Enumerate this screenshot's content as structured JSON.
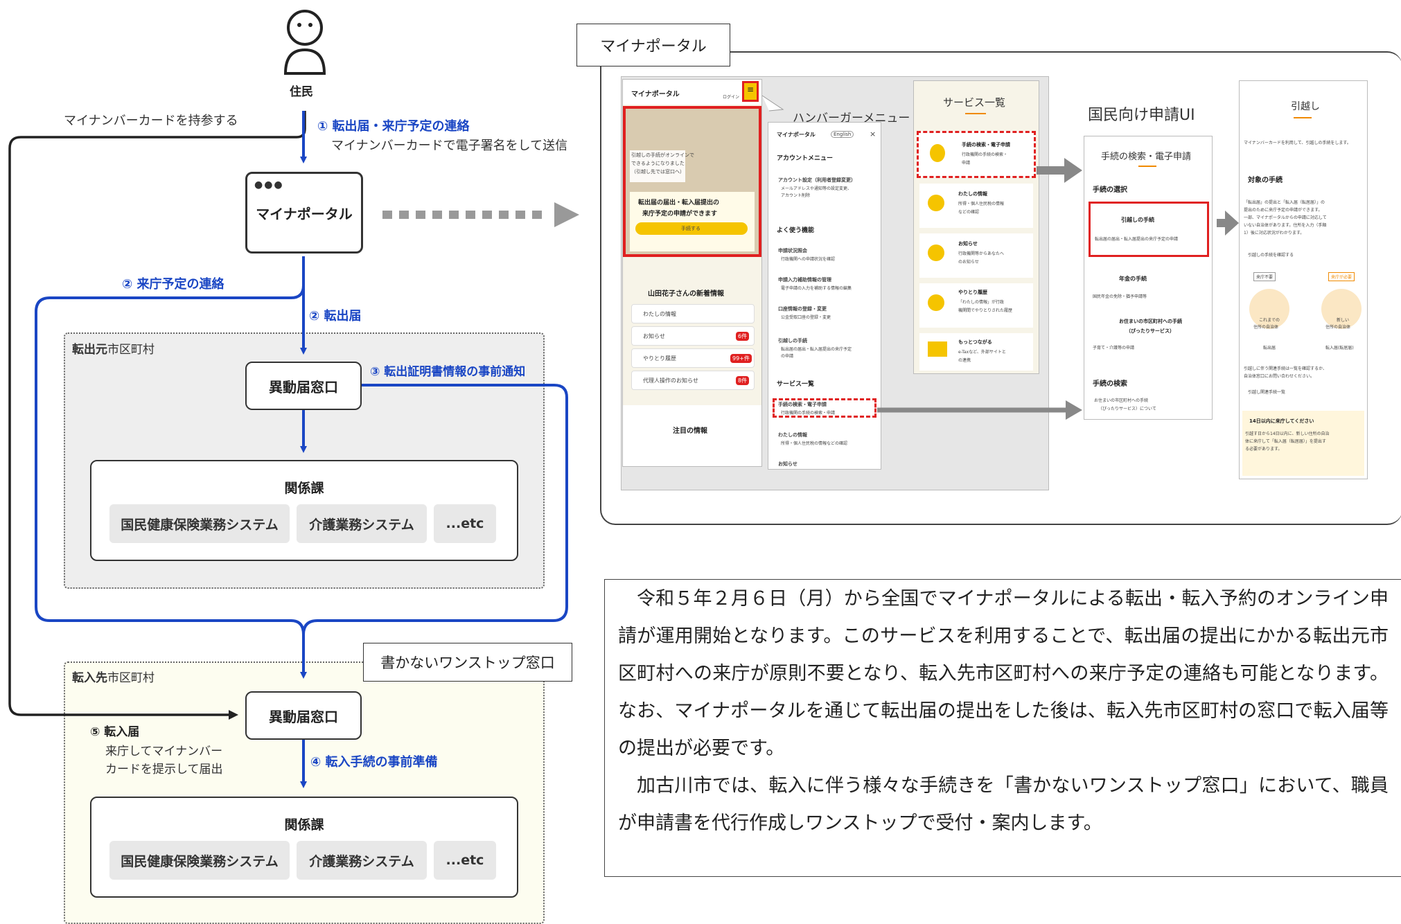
{
  "resident": {
    "label": "住民"
  },
  "left_note": "マイナンバーカードを持参する",
  "step1": {
    "title": "① 転出届・来庁予定の連絡",
    "sub": "マイナンバーカードで電子署名をして送信"
  },
  "portal_box": "マイナポータル",
  "step2a": "② 来庁予定の連絡",
  "step2b": "② 転出届",
  "origin_zone": {
    "bold": "転出元",
    "rest": "市区町村"
  },
  "dest_zone": {
    "bold": "転入先",
    "rest": "市区町村"
  },
  "counter": "異動届窓口",
  "step3": "③ 転出証明書情報の事前通知",
  "dept": {
    "title": "関係課",
    "systems": [
      "国民健康保険業務システム",
      "介護業務システム",
      "...etc"
    ]
  },
  "onestop": "書かないワンストップ窓口",
  "step4": "④ 転入手続の事前準備",
  "step5": {
    "title": "⑤ 転入届",
    "line1": "来庁してマイナンバー",
    "line2": "カードを提示して届出"
  },
  "screens": {
    "tab": "マイナポータル",
    "phone1": {
      "logo": "マイナポータル",
      "login": "ログイン",
      "menu": "メニュー",
      "hero1": "引越しの手続がオンラインで",
      "hero2": "できるようになりました",
      "hero3": "（引越し先では窓口へ）",
      "banner1": "転出届の届出・転入届提出の",
      "banner2": "来庁予定の申請ができます",
      "cta": "手続する",
      "news_title": "山田花子さんの新着情報",
      "news": [
        {
          "label": "わたしの情報",
          "badge": ""
        },
        {
          "label": "お知らせ",
          "badge": "6件"
        },
        {
          "label": "やりとり履歴",
          "badge": "99+件"
        },
        {
          "label": "代理人操作のお知らせ",
          "badge": "8件"
        }
      ],
      "featured": "注目の情報"
    },
    "hamburger": {
      "title": "ハンバーガーメニュー",
      "logo": "マイナポータル",
      "english": "English",
      "account_h": "アカウントメニュー",
      "account_item": "アカウント設定（利用者登録変更）",
      "account_desc1": "メールアドレスや通知等の設定変更、",
      "account_desc2": "アカウント削除",
      "frequent_h": "よく使う機能",
      "frequent": [
        {
          "label": "申請状況照会",
          "desc": "行政機関への申請状況を確認"
        },
        {
          "label": "申請入力補助情報の管理",
          "desc": "電子申請の入力を補助する情報の編集"
        },
        {
          "label": "口座情報の登録・変更",
          "desc": "公金受取口座の登録・変更"
        },
        {
          "label": "引越しの手続",
          "desc": "転出届の届出・転入届提出の来庁予定"
        }
      ],
      "frequent_extra": "の申請",
      "services_h": "サービス一覧",
      "services": [
        {
          "label": "手続の検索・電子申請",
          "desc": "行政機関の手続の検索・申請"
        },
        {
          "label": "わたしの情報",
          "desc": "所得・個人住民税の情報などの確認"
        },
        {
          "label": "お知らせ",
          "desc": ""
        }
      ]
    },
    "services": {
      "title": "サービス一覧",
      "items": [
        {
          "label": "手続の検索・電子申請",
          "desc1": "行政機関の手続の検索・",
          "desc2": "申請"
        },
        {
          "label": "わたしの情報",
          "desc1": "所得・個人住民税の情報",
          "desc2": "などの確認"
        },
        {
          "label": "お知らせ",
          "desc1": "行政機関等からあなたへ",
          "desc2": "のお知らせ"
        },
        {
          "label": "やりとり履歴",
          "desc1": "「わたしの情報」が行政",
          "desc2": "機関間でやりとりされた履歴"
        },
        {
          "label": "もっとつながる",
          "desc1": "e-Taxなど、外部サイトと",
          "desc2": "の連携"
        }
      ]
    },
    "ui_label": "国民向け申請UI",
    "search": {
      "title": "手続の検索・電子申請",
      "select_h": "手続の選択",
      "moving": "引越しの手続",
      "moving_desc": "転出届の届出・転入届提出の来庁予定の申請",
      "pension": "年金の手続",
      "pension_desc": "国民年金の免除・猶予申請等",
      "local1": "お住まいの市区町村への手続",
      "local2": "（ぴったりサービス）",
      "local_desc": "子育て・介護等の申請",
      "search_h": "手続の検索",
      "search_item1": "お住まいの市区町村への手続",
      "search_item2": "（ぴったりサービス）について"
    },
    "moving": {
      "title": "引越し",
      "intro": "マイナンバーカードを利用して、引越しの手続をします。",
      "target_h": "対象の手続",
      "body1": "「転出届」の提出と「転入届（転居届）」の",
      "body2": "提出のために来庁予定の申請ができます。",
      "body3": "一部、マイナポータルからの申請に対応して",
      "body4": "いない自治体があります。住所を入力（手順",
      "body5": "1）後に対応状況がわかります。",
      "check": "引越しの手続を確認する",
      "tag_left": "来庁不要",
      "tag_right": "来庁が必要",
      "left_cap1": "これまでの",
      "left_cap2": "住所の自治体",
      "left_sub": "転出届",
      "right_cap1": "新しい",
      "right_cap2": "住所の自治体",
      "right_sub": "転入届(転居届)",
      "note1": "引越しに伴う関連手続は一覧を確認するか、",
      "note2": "自治体窓口にお問い合わせください。",
      "list": "引越し関連手続一覧",
      "warn_h": "14日以内に来庁してください",
      "warn1": "引越す日から14日以内に、新しい住所の自治",
      "warn2": "体に来庁して「転入届（転居届）」を提出す",
      "warn3": "る必要があります。"
    }
  },
  "paragraph": [
    "令和５年２月６日（月）から全国でマイナポータルによる転出・転入予約のオンライン申請が運用開始となります。このサービスを利用することで、転出届の提出にかかる転出元市区町村への来庁が原則不要となり、転入先市区町村への来庁予定の連絡も可能となります。なお、マイナポータルを通じて転出届の提出をした後は、転入先市区町村の窓口で転入届等の提出が必要です。",
    "加古川市では、転入に伴う様々な手続きを「書かないワンストップ窓口」において、職員が申請書を代行作成しワンストップで受付・案内します。"
  ],
  "colors": {
    "flow_blue": "#1a46c4",
    "red": "#e02020",
    "yellow": "#f5c400",
    "orange": "#f08a00"
  }
}
